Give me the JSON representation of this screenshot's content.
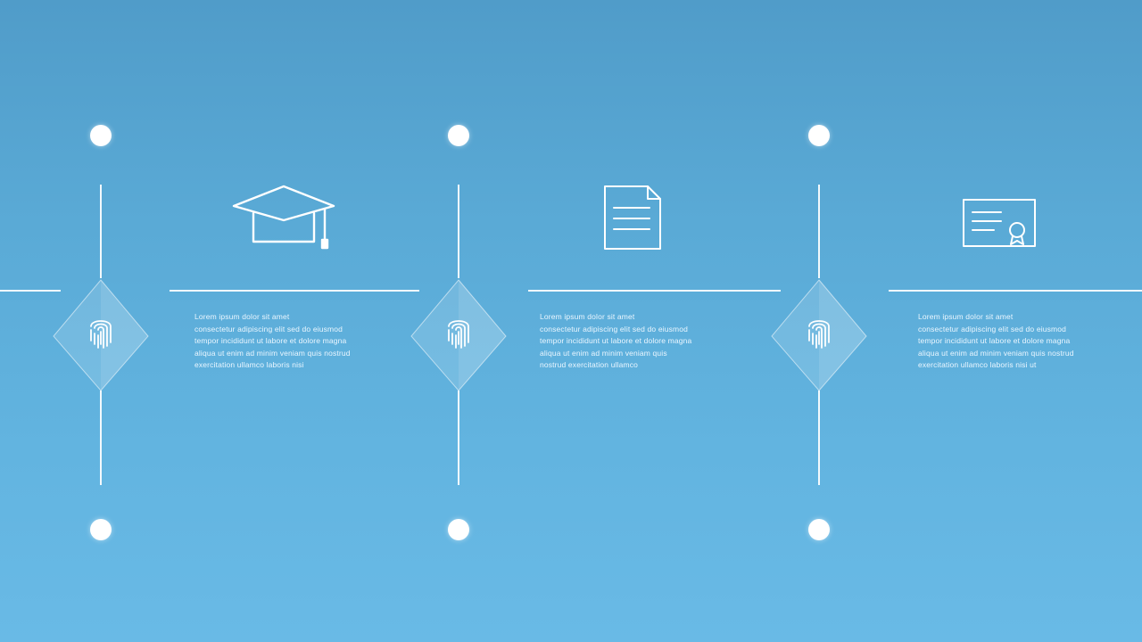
{
  "steps": [
    {
      "top_icon": "graduation-cap-icon",
      "marker_icon": "fingerprint-icon",
      "text_lines": [
        "Lorem ipsum dolor sit amet",
        "consectetur adipiscing elit sed do eiusmod",
        "tempor incididunt ut labore et dolore magna",
        "aliqua ut enim ad minim veniam quis nostrud",
        "exercitation ullamco laboris nisi"
      ]
    },
    {
      "top_icon": "document-icon",
      "marker_icon": "fingerprint-icon",
      "text_lines": [
        "Lorem ipsum dolor sit amet",
        "consectetur adipiscing elit sed do eiusmod",
        "tempor incididunt ut labore et dolore magna",
        "aliqua ut enim ad minim veniam quis",
        "nostrud exercitation ullamco"
      ]
    },
    {
      "top_icon": "certificate-icon",
      "marker_icon": "fingerprint-icon",
      "text_lines": [
        "Lorem ipsum dolor sit amet",
        "consectetur adipiscing elit sed do eiusmod",
        "tempor incididunt ut labore et dolore magna",
        "aliqua ut enim ad minim veniam quis nostrud",
        "exercitation ullamco laboris nisi ut"
      ]
    }
  ],
  "colors": {
    "background_top": "#509cc9",
    "background_bottom": "#69bae6",
    "line": "#ffffff",
    "text": "#eaf6ff"
  }
}
